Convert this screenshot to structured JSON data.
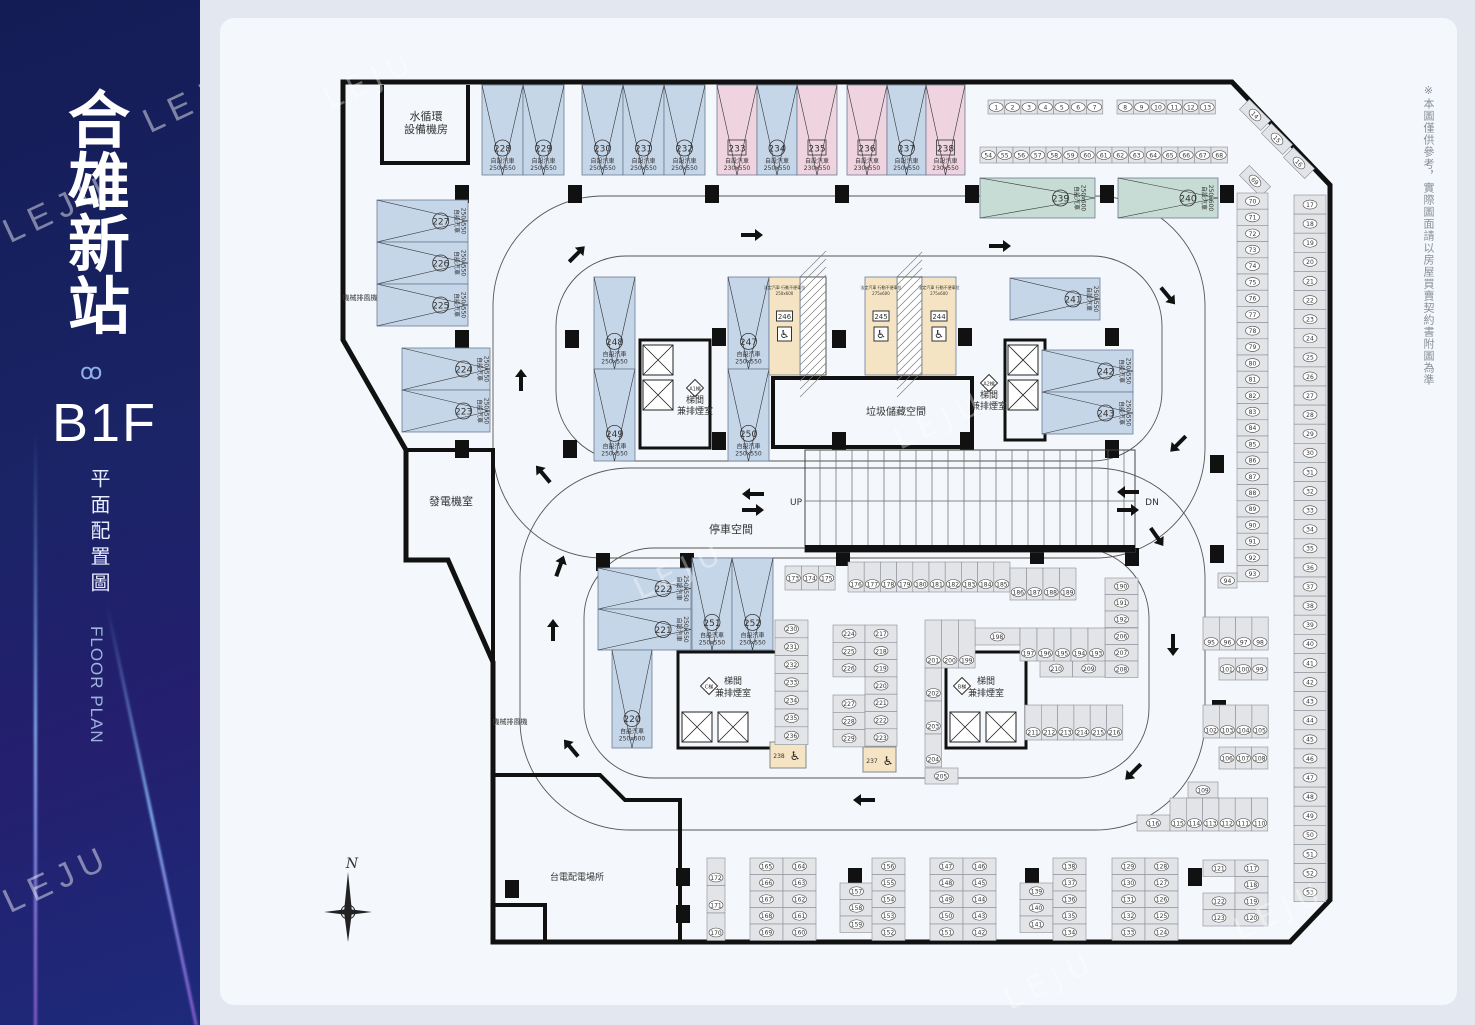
{
  "sidebar": {
    "title_chars": [
      "合",
      "雄",
      "新",
      "站"
    ],
    "deco_icon": "double-ring-icon",
    "floor": "B1F",
    "plan_zh": "平面配置圖",
    "plan_en": "FLOOR PLAN"
  },
  "watermark": "LEJU",
  "note": "※本圖僅供參考，實際圖面請以房屋買賣契約書附圖為準",
  "rooms": {
    "water": "水循環設備機房",
    "generator": "發電機室",
    "power": "台電配電場所",
    "garbage": "垃圾儲藏空間",
    "parking": "停車空間",
    "fan1": "機械排風機",
    "fan2": "機械排風機",
    "up": "UP",
    "dn": "DN",
    "north": "N"
  },
  "cores": {
    "a1": {
      "tag": "A1梯",
      "label1": "梯間",
      "label2": "兼排煙室"
    },
    "a2": {
      "tag": "A2梯",
      "label1": "梯間",
      "label2": "兼排煙室"
    },
    "c": {
      "tag": "C梯",
      "label1": "梯間",
      "label2": "兼排煙室"
    },
    "b": {
      "tag": "B梯",
      "label1": "梯間",
      "label2": "兼排煙室"
    }
  },
  "colors": {
    "regular": "#c6d6e9",
    "small": "#efd4df",
    "large": "#c6dcd5",
    "accessible": "#f5e4c3",
    "moto": "#e2e4e7"
  },
  "car_spots": [
    {
      "no": "228",
      "type": "regular",
      "label": "自設汽車",
      "size": "250x550"
    },
    {
      "no": "229",
      "type": "regular",
      "label": "自設汽車",
      "size": "250x550"
    },
    {
      "no": "230",
      "type": "regular",
      "label": "自設汽車",
      "size": "250x550"
    },
    {
      "no": "231",
      "type": "regular",
      "label": "自設汽車",
      "size": "250x550"
    },
    {
      "no": "232",
      "type": "regular",
      "label": "自設汽車",
      "size": "250x550"
    },
    {
      "no": "233",
      "type": "small",
      "label": "自設汽車",
      "size": "230x550"
    },
    {
      "no": "234",
      "type": "regular",
      "label": "自設汽車",
      "size": "250x550"
    },
    {
      "no": "235",
      "type": "small",
      "label": "自設汽車",
      "size": "230x550"
    },
    {
      "no": "236",
      "type": "small",
      "label": "自設汽車",
      "size": "230x550"
    },
    {
      "no": "237",
      "type": "regular",
      "label": "自設汽車",
      "size": "250x550"
    },
    {
      "no": "238",
      "type": "small",
      "label": "自設汽車",
      "size": "230x550"
    },
    {
      "no": "227",
      "type": "regular",
      "label": "自設汽車",
      "size": "250x550"
    },
    {
      "no": "226",
      "type": "regular",
      "label": "自設汽車",
      "size": "250x550"
    },
    {
      "no": "225",
      "type": "regular",
      "label": "自設汽車",
      "size": "250x550"
    },
    {
      "no": "224",
      "type": "regular",
      "label": "自設汽車",
      "size": "250x550"
    },
    {
      "no": "223",
      "type": "regular",
      "label": "自設汽車",
      "size": "250x550"
    },
    {
      "no": "239",
      "type": "large",
      "label": "自設汽車",
      "size": "250x600"
    },
    {
      "no": "240",
      "type": "large",
      "label": "自設汽車",
      "size": "250x600"
    },
    {
      "no": "241",
      "type": "regular",
      "label": "自設汽車",
      "size": "250x550"
    },
    {
      "no": "242",
      "type": "regular",
      "label": "自設汽車",
      "size": "250x550"
    },
    {
      "no": "243",
      "type": "regular",
      "label": "自設汽車",
      "size": "250x550"
    },
    {
      "no": "248",
      "type": "regular",
      "label": "自設汽車",
      "size": "250x550"
    },
    {
      "no": "249",
      "type": "regular",
      "label": "自設汽車",
      "size": "250x550"
    },
    {
      "no": "247",
      "type": "regular",
      "label": "自設汽車",
      "size": "250x550"
    },
    {
      "no": "250",
      "type": "regular",
      "label": "自設汽車",
      "size": "250x550"
    },
    {
      "no": "246",
      "type": "accessible",
      "label": "法定汽車 行動不便車位",
      "size": "250x600"
    },
    {
      "no": "245",
      "type": "accessible",
      "label": "法定汽車 行動不便車位",
      "size": "275x600"
    },
    {
      "no": "244",
      "type": "accessible",
      "label": "法定汽車 行動不便車位",
      "size": "275x600"
    },
    {
      "no": "222",
      "type": "regular",
      "label": "自設汽車",
      "size": "250x550"
    },
    {
      "no": "221",
      "type": "regular",
      "label": "自設汽車",
      "size": "250x550"
    },
    {
      "no": "251",
      "type": "regular",
      "label": "自設汽車",
      "size": "250x550"
    },
    {
      "no": "252",
      "type": "regular",
      "label": "自設汽車",
      "size": "250x550"
    },
    {
      "no": "220",
      "type": "regular",
      "label": "自設汽車",
      "size": "250x600"
    }
  ],
  "accessible_moto": [
    "238",
    "237"
  ],
  "moto_groups": {
    "top1": [
      1,
      2,
      3,
      4,
      5,
      6,
      7
    ],
    "top2": [
      8,
      9,
      10,
      11,
      12,
      13
    ],
    "diag": [
      14,
      15,
      16
    ],
    "m69": [
      69
    ],
    "row54": [
      54,
      55,
      56,
      57,
      58,
      59,
      60,
      61,
      62,
      63,
      64,
      65,
      66,
      67,
      68
    ],
    "col70": [
      70,
      71,
      72,
      73,
      74,
      75,
      76,
      77,
      78,
      79,
      80,
      81,
      82,
      83,
      84,
      85,
      86,
      87,
      88,
      89,
      90,
      91,
      92,
      93
    ],
    "m94": [
      94
    ],
    "col17": [
      17,
      18,
      19,
      20,
      21,
      22,
      23,
      24,
      25,
      26,
      27,
      28,
      29,
      30,
      31,
      32,
      33,
      34,
      35,
      36,
      37,
      38,
      39,
      40,
      41,
      42,
      43,
      44,
      45,
      46,
      47,
      48,
      49,
      50,
      51,
      52,
      53
    ],
    "r95": [
      95,
      96,
      97,
      98
    ],
    "r101": [
      101,
      100,
      99
    ],
    "r102": [
      102,
      103,
      104,
      105
    ],
    "r106": [
      106,
      107,
      108
    ],
    "m109": [
      109
    ],
    "m116": [
      116
    ],
    "r115": [
      115,
      114,
      113,
      112,
      111,
      110
    ],
    "m121": [
      121
    ],
    "r122": [
      122,
      123
    ],
    "c117": [
      117,
      118,
      119,
      120
    ],
    "c129": [
      129,
      130,
      131,
      132,
      133
    ],
    "c128": [
      128,
      127,
      126,
      125,
      124
    ],
    "c139": [
      139,
      140,
      141
    ],
    "c138": [
      138,
      137,
      136,
      135,
      134
    ],
    "c147": [
      147,
      148,
      149,
      150,
      151
    ],
    "c146": [
      146,
      145,
      144,
      143,
      142
    ],
    "c157": [
      157,
      158,
      159
    ],
    "c156": [
      156,
      155,
      154,
      153,
      152
    ],
    "c165": [
      165,
      166,
      167,
      168,
      169
    ],
    "c164": [
      164,
      163,
      162,
      161,
      160
    ],
    "c172": [
      172,
      171,
      170
    ],
    "r173": [
      173,
      174,
      175
    ],
    "r176": [
      176,
      177,
      178,
      179,
      180,
      181,
      182,
      183,
      184,
      185
    ],
    "r186": [
      186,
      187,
      188,
      189
    ],
    "c190": [
      190,
      191,
      192
    ],
    "c206": [
      206,
      207,
      208
    ],
    "r210": [
      210,
      209
    ],
    "m198": [
      198
    ],
    "r197": [
      197,
      196,
      195,
      194,
      193
    ],
    "r201": [
      201,
      200,
      199
    ],
    "c202": [
      202,
      203,
      204
    ],
    "m205": [
      205
    ],
    "r211": [
      211,
      212,
      213,
      214,
      215,
      216
    ],
    "c224": [
      224,
      225,
      226
    ],
    "c227": [
      227,
      228,
      229
    ],
    "c217": [
      217,
      218,
      219,
      220,
      221,
      222,
      223
    ],
    "c230": [
      230,
      231,
      232,
      233,
      234,
      235,
      236
    ]
  }
}
